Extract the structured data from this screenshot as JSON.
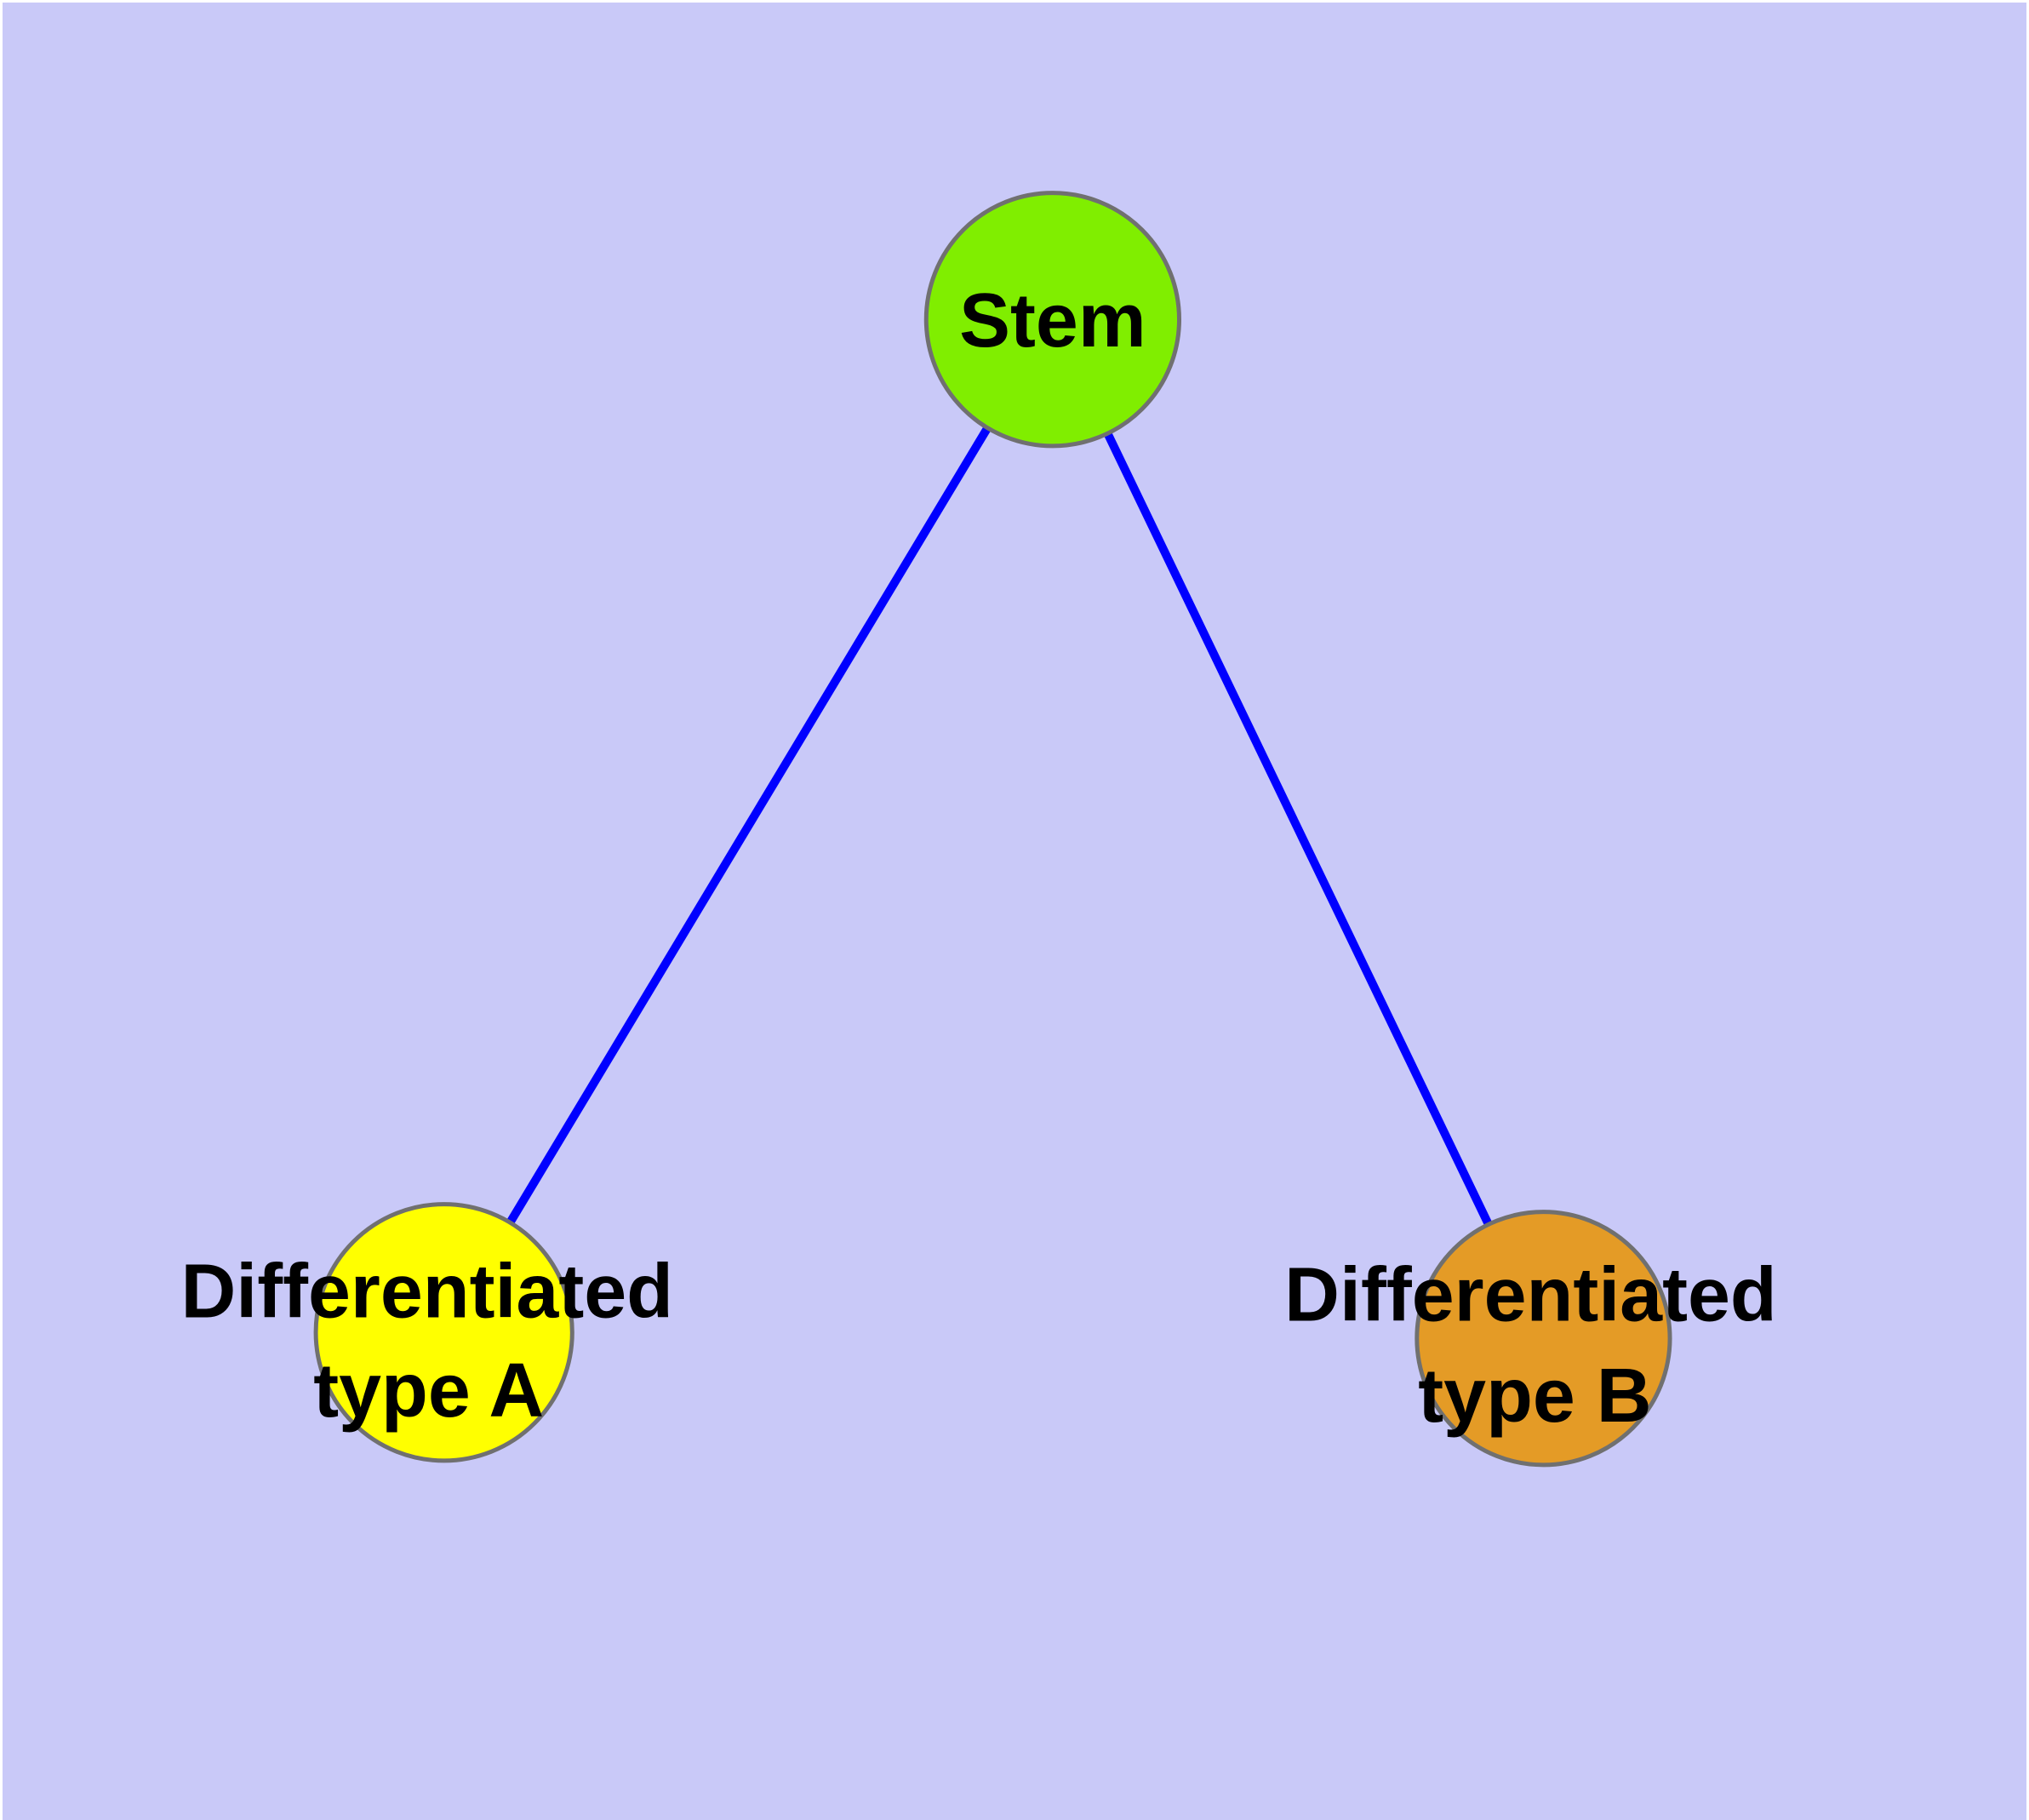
{
  "colors": {
    "background": "#c9c9f8",
    "node_border": "#707070",
    "edge": "#0000ff",
    "label_text": "#000000"
  },
  "diagram": {
    "type": "node-link tree (cell differentiation)",
    "nodes": {
      "stem": {
        "label": "Stem",
        "fill": "#80ee00"
      },
      "type_a": {
        "line1": "Differentiated",
        "line2": "type A",
        "fill": "#ffff00"
      },
      "type_b": {
        "line1": "Differentiated",
        "line2": "type B",
        "fill": "#e49b26"
      }
    },
    "edges": [
      {
        "from": "Stem",
        "to": "Differentiated type A"
      },
      {
        "from": "Stem",
        "to": "Differentiated type B"
      }
    ]
  }
}
